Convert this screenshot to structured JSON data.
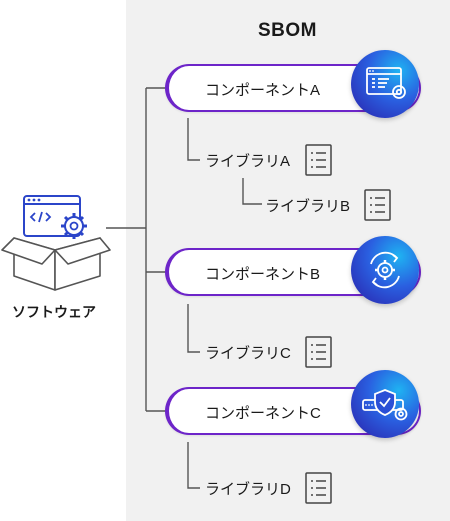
{
  "title": "SBOM",
  "software": {
    "label": "ソフトウェア"
  },
  "components": [
    {
      "label": "コンポーネントA",
      "icon": "window-gear-icon"
    },
    {
      "label": "コンポーネントB",
      "icon": "gear-cycle-icon"
    },
    {
      "label": "コンポーネントC",
      "icon": "shield-check-gear-icon"
    }
  ],
  "libraries": [
    {
      "label": "ライブラリA"
    },
    {
      "label": "ライブラリB"
    },
    {
      "label": "ライブラリC"
    },
    {
      "label": "ライブラリD"
    }
  ],
  "colors": {
    "accent": "#6d25c9",
    "badge_start": "#1fb3f2",
    "badge_end": "#2a1fa8",
    "panel": "#f1f1f1",
    "line": "#555555"
  }
}
